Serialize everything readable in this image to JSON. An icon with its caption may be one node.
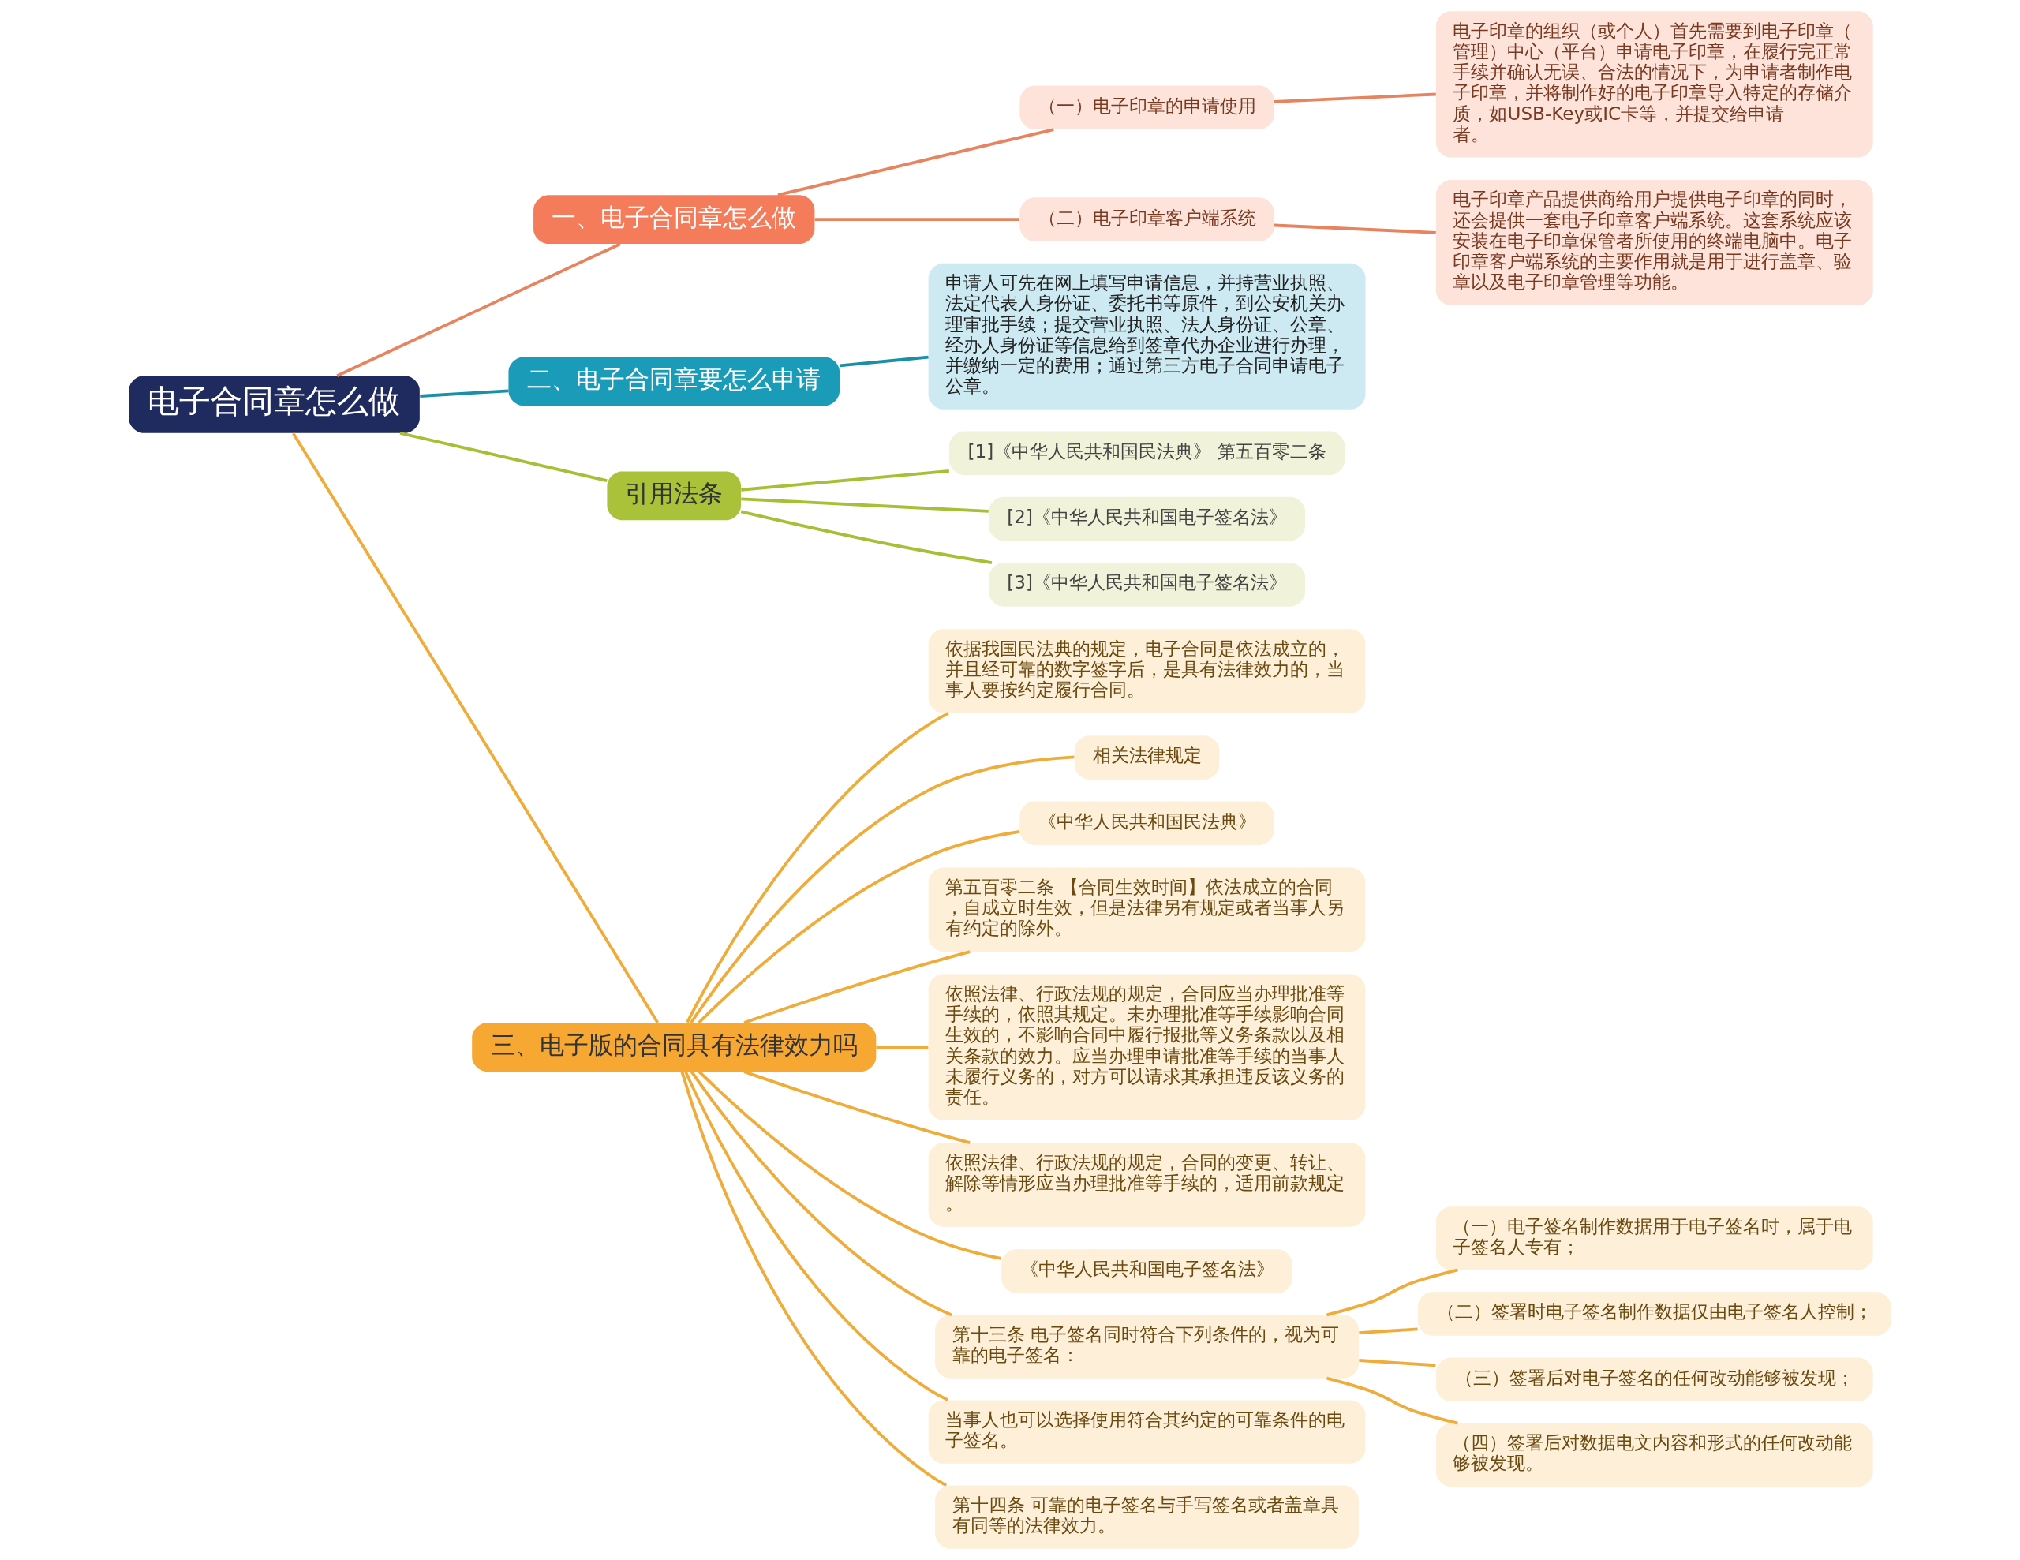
{
  "diagram": {
    "nodes": [
      {
        "text": [
          "电子合同章怎么做"
        ]
      },
      {
        "text": [
          "一、电子合同章怎么做"
        ]
      },
      {
        "text": [
          "（一）电子印章的申请使用"
        ]
      },
      {
        "text": [
          "电子印章的组织（或个人）首先需要到电子印章（管理）中心（平台）申请电子印章，在履行完正常手续并确认无误、合法的情况下，为申请者制作电子印章，并将制作好的电子印章导入特定的存储介质，如USB-Key或IC卡等，并提交给申请者。"
        ]
      },
      {
        "text": [
          "（二）电子印章客户端系统"
        ]
      },
      {
        "text": [
          "电子印章产品提供商给用户提供电子印章的同时，还会提供一套电子印章客户端系统。这套系统应该安装在电子印章保管者所使用的终端电脑中。电子印章客户端系统的主要作用就是用于进行盖章、验章以及电子印章管理等功能。"
        ]
      },
      {
        "text": [
          "二、电子合同章要怎么申请"
        ]
      },
      {
        "text": [
          "申请人可先在网上填写申请信息，并持营业执照、法定代表人身份证、委托书等原件，到公安机关办理审批手续；提交营业执照、法人身份证、公章、经办人身份证等信息给到签章代办企业进行办理，并缴纳一定的费用；通过第三方电子合同申请电子公章。"
        ]
      },
      {
        "text": [
          "引用法条"
        ]
      },
      {
        "text": [
          "[1]《中华人民共和国民法典》 第五百零二条"
        ]
      },
      {
        "text": [
          "[2]《中华人民共和国电子签名法》"
        ]
      },
      {
        "text": [
          "[3]《中华人民共和国电子签名法》"
        ]
      },
      {
        "text": [
          "三、电子版的合同具有法律效力吗"
        ]
      },
      {
        "text": [
          "依据我国民法典的规定，电子合同是依法成立的，并且经可靠的数字签字后，是具有法律效力的，当事人要按约定履行合同。"
        ]
      },
      {
        "text": [
          "相关法律规定"
        ]
      },
      {
        "text": [
          "《中华人民共和国民法典》"
        ]
      },
      {
        "text": [
          "第五百零二条 【合同生效时间】依法成立的合同，自成立时生效，但是法律另有规定或者当事人另有约定的除外。"
        ]
      },
      {
        "text": [
          "依照法律、行政法规的规定，合同应当办理批准等手续的，依照其规定。未办理批准等手续影响合同生效的，不影响合同中履行报批等义务条款以及相关条款的效力。应当办理申请批准等手续的当事人未履行义务的，对方可以请求其承担违反该义务的责任。"
        ]
      },
      {
        "text": [
          "依照法律、行政法规的规定，合同的变更、转让、解除等情形应当办理批准等手续的，适用前款规定。"
        ]
      },
      {
        "text": [
          "《中华人民共和国电子签名法》"
        ]
      },
      {
        "text": [
          "第十三条 电子签名同时符合下列条件的，视为可靠的电子签名："
        ]
      },
      {
        "text": [
          "（一）电子签名制作数据用于电子签名时，属于电子签名人专有；"
        ]
      },
      {
        "text": [
          "（二）签署时电子签名制作数据仅由电子签名人控制；"
        ]
      },
      {
        "text": [
          "（三）签署后对电子签名的任何改动能够被发现；"
        ]
      },
      {
        "text": [
          "（四）签署后对数据电文内容和形式的任何改动能够被发现。"
        ]
      },
      {
        "text": [
          "当事人也可以选择使用符合其约定的可靠条件的电子签名。"
        ]
      },
      {
        "text": [
          "第十四条 可靠的电子签名与手写签名或者盖章具有同等的法律效力。"
        ]
      }
    ],
    "edges": [
      {
        "from": 0,
        "to": 1,
        "arrow": "none",
        "color": "#e8835f"
      },
      {
        "from": 1,
        "to": 2,
        "arrow": "none",
        "color": "#e8835f"
      },
      {
        "from": 2,
        "to": 3,
        "arrow": "none",
        "color": "#e8835f"
      },
      {
        "from": 1,
        "to": 4,
        "arrow": "none",
        "color": "#e8835f"
      },
      {
        "from": 4,
        "to": 5,
        "arrow": "none",
        "color": "#e8835f"
      },
      {
        "from": 0,
        "to": 6,
        "arrow": "none",
        "color": "#1a8fa8"
      },
      {
        "from": 6,
        "to": 7,
        "arrow": "none",
        "color": "#1a8fa8"
      },
      {
        "from": 0,
        "to": 8,
        "arrow": "none",
        "color": "#a6bf35"
      },
      {
        "from": 8,
        "to": 9,
        "arrow": "none",
        "color": "#a6bf35"
      },
      {
        "from": 8,
        "to": 10,
        "arrow": "none",
        "color": "#a6bf35"
      },
      {
        "from": 8,
        "to": 11,
        "arrow": "none",
        "color": "#a6bf35"
      },
      {
        "from": 0,
        "to": 12,
        "arrow": "none"
      },
      {
        "from": 12,
        "to": 13,
        "arrow": "none"
      },
      {
        "from": 12,
        "to": 14,
        "arrow": "none"
      },
      {
        "from": 12,
        "to": 15,
        "arrow": "none"
      },
      {
        "from": 12,
        "to": 16,
        "arrow": "none"
      },
      {
        "from": 12,
        "to": 17,
        "arrow": "none"
      },
      {
        "from": 12,
        "to": 18,
        "arrow": "none"
      },
      {
        "from": 12,
        "to": 19,
        "arrow": "none"
      },
      {
        "from": 12,
        "to": 20,
        "arrow": "none"
      },
      {
        "from": 20,
        "to": 21,
        "arrow": "none"
      },
      {
        "from": 20,
        "to": 22,
        "arrow": "none"
      },
      {
        "from": 20,
        "to": 23,
        "arrow": "none"
      },
      {
        "from": 20,
        "to": 24,
        "arrow": "none"
      },
      {
        "from": 12,
        "to": 25,
        "arrow": "none"
      },
      {
        "from": 12,
        "to": 26,
        "arrow": "none"
      }
    ]
  }
}
